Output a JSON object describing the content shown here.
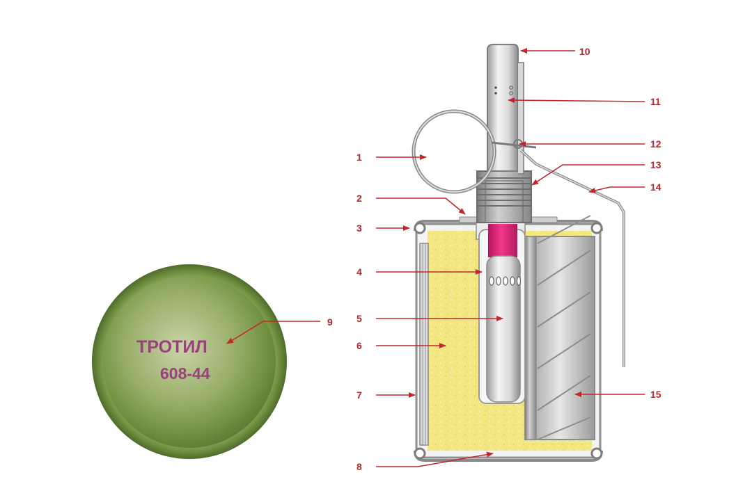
{
  "lid": {
    "line1": "ТРОТИЛ",
    "line2": "608-44"
  },
  "callouts": [
    "1",
    "2",
    "3",
    "4",
    "5",
    "6",
    "7",
    "8",
    "9",
    "10",
    "11",
    "12",
    "13",
    "14",
    "15"
  ],
  "colors": {
    "callout": "#b8262c",
    "lid_green": "#7ea04a",
    "lid_text": "#9b3f7f",
    "explosive_yellow": "#efe47a",
    "metal_light": "#e4e4e4",
    "metal_dark": "#8a8a8a",
    "detonator_magenta": "#e8237a"
  }
}
